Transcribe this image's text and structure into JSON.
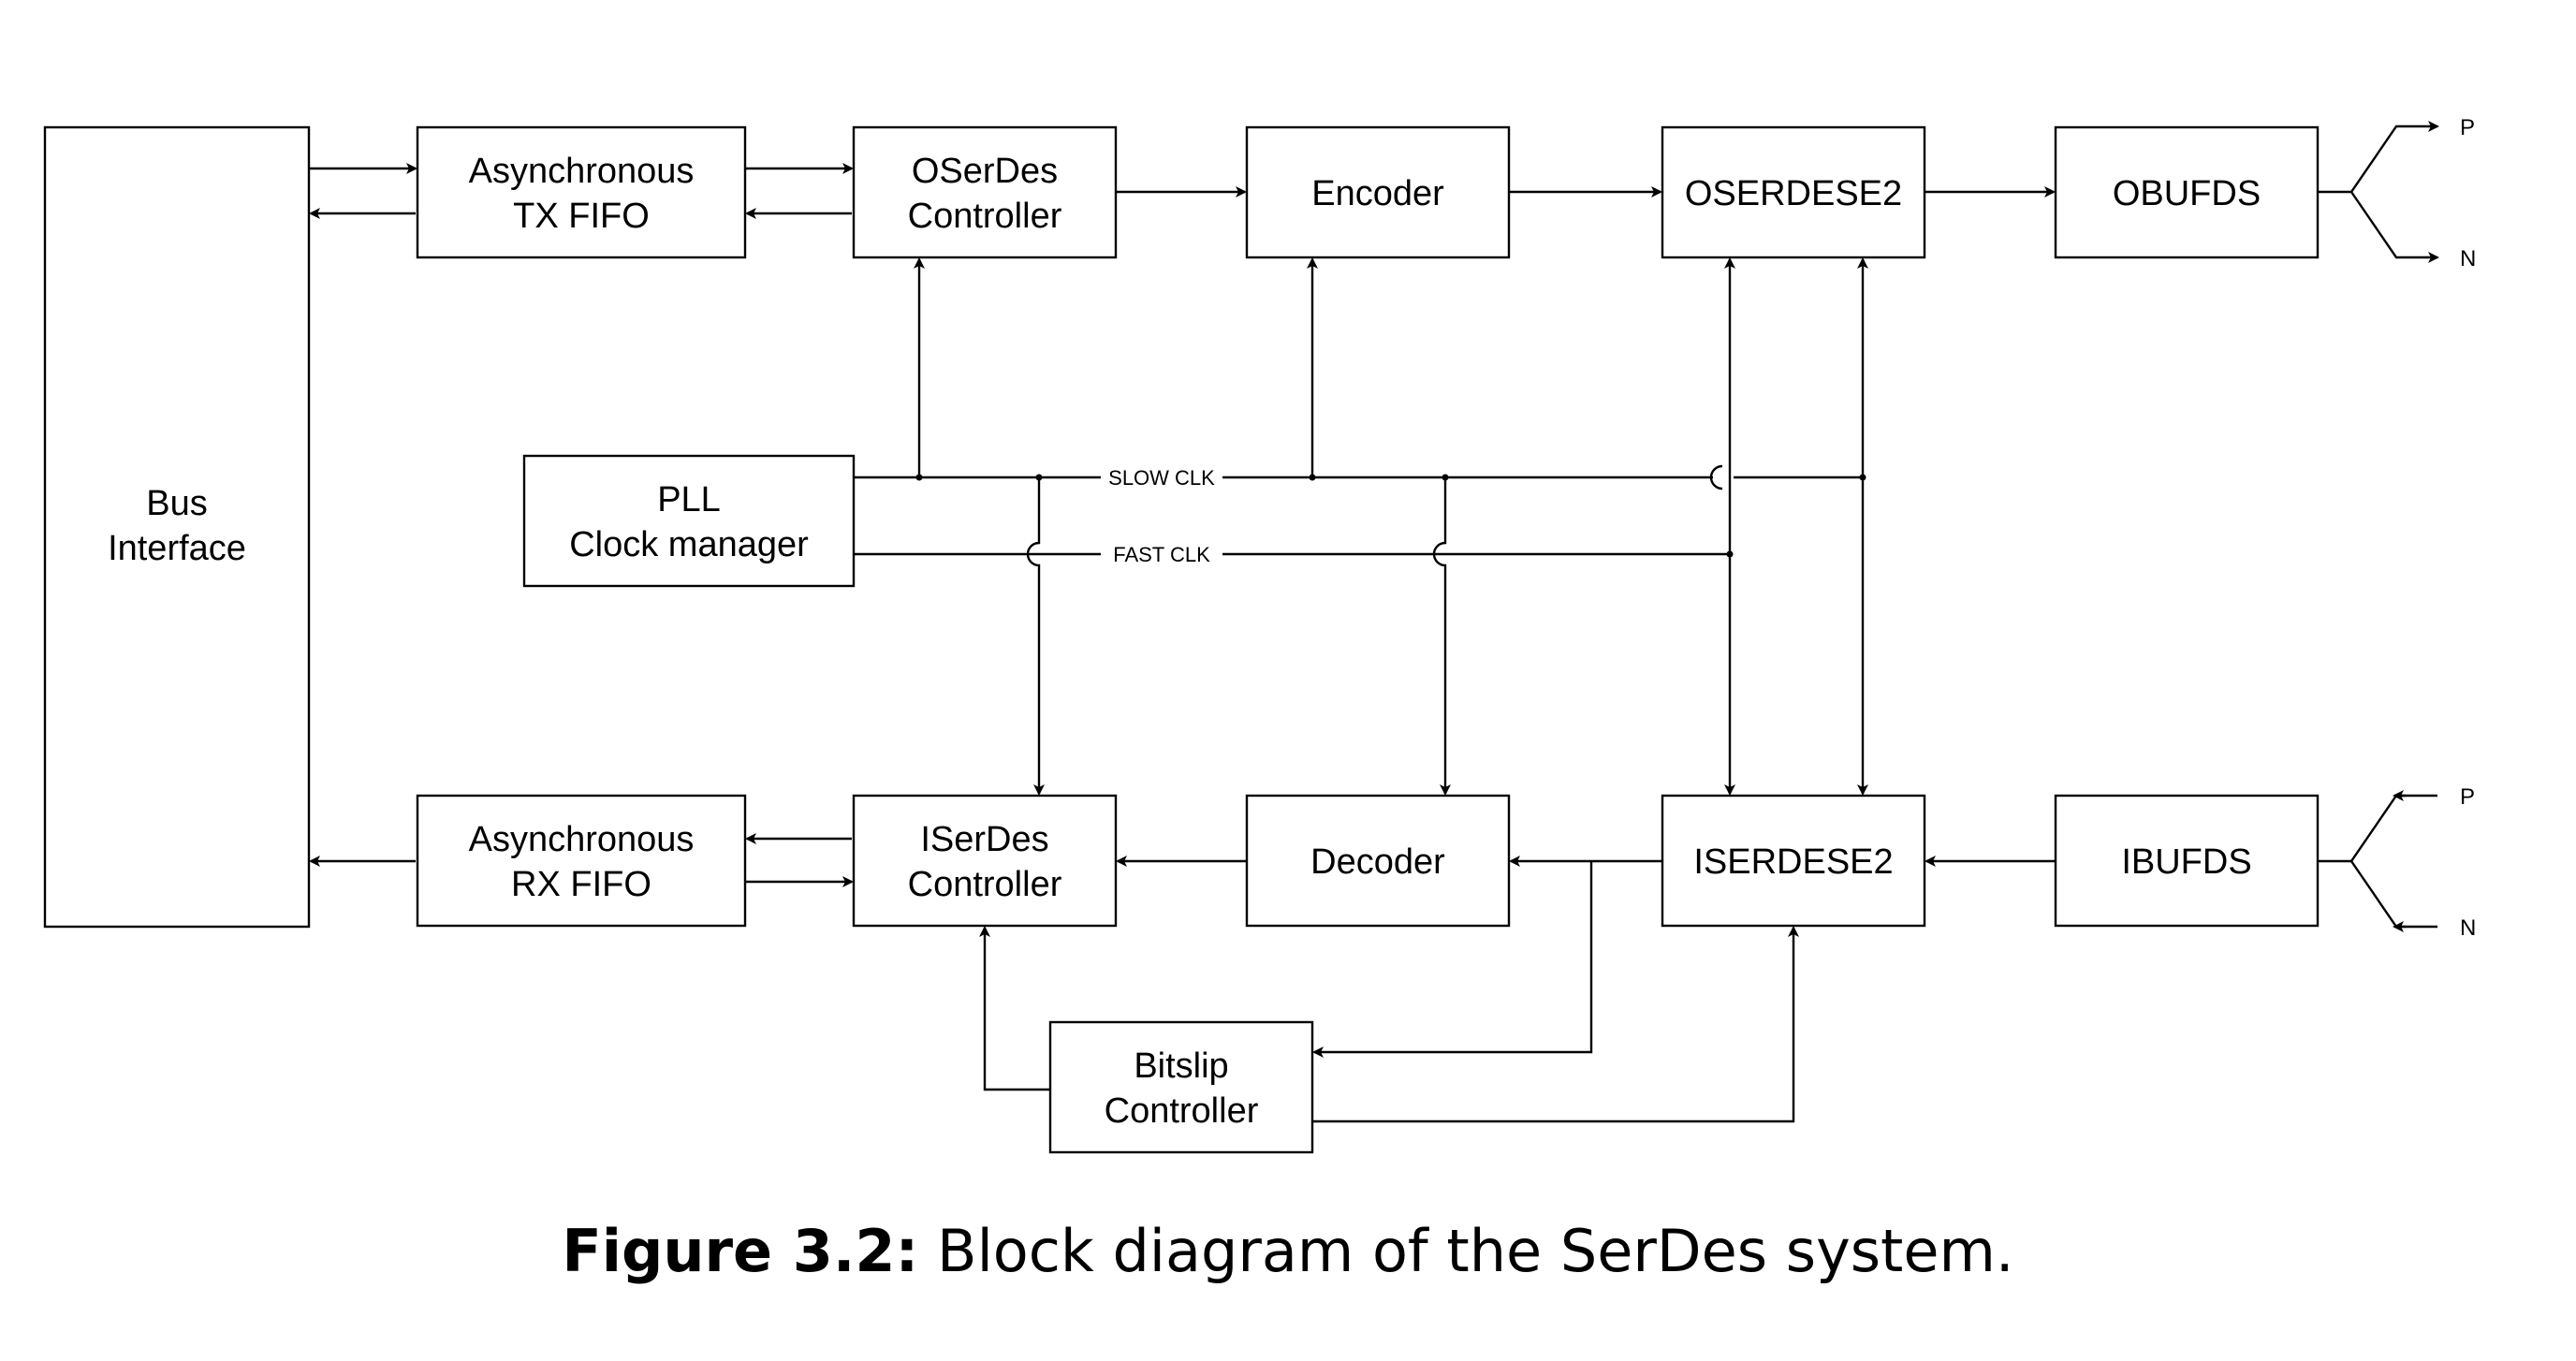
{
  "blocks": {
    "bus": [
      "Bus",
      "Interface"
    ],
    "txfifo": [
      "Asynchronous",
      "TX FIFO"
    ],
    "oserdesctl": [
      "OSerDes",
      "Controller"
    ],
    "encoder": [
      "Encoder"
    ],
    "oserdese2": [
      "OSERDESE2"
    ],
    "obufds": [
      "OBUFDS"
    ],
    "pll": [
      "PLL",
      "Clock manager"
    ],
    "rxfifo": [
      "Asynchronous",
      "RX FIFO"
    ],
    "iserdesctl": [
      "ISerDes",
      "Controller"
    ],
    "decoder": [
      "Decoder"
    ],
    "iserdese2": [
      "ISERDESE2"
    ],
    "ibufds": [
      "IBUFDS"
    ],
    "bitslip": [
      "Bitslip",
      "Controller"
    ]
  },
  "signals": {
    "slow_clk": "SLOW CLK",
    "fast_clk": "FAST CLK",
    "p": "P",
    "n": "N"
  },
  "caption": {
    "label": "Figure 3.2:",
    "text": "Block diagram of the SerDes system."
  }
}
